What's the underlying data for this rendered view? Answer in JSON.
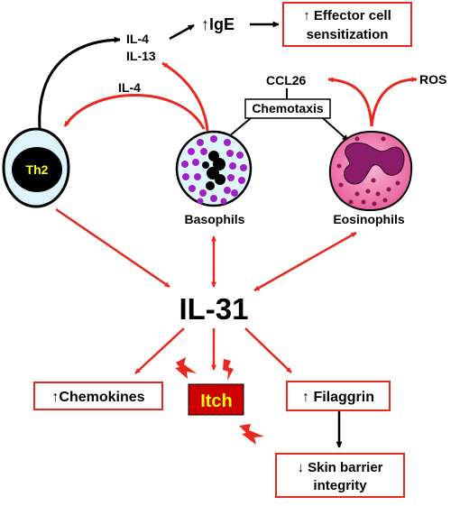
{
  "labels": {
    "il4_top": "IL-4",
    "il13_top": "IL-13",
    "ige": "↑IgE",
    "effector_line1": "↑ Effector cell",
    "effector_line2": "sensitization",
    "il4_left": "IL-4",
    "ccl26": "CCL26",
    "ros": "ROS",
    "chemotaxis": "Chemotaxis",
    "th2": "Th2",
    "basophils": "Basophils",
    "eosinophils": "Eosinophils",
    "il31": "IL-31",
    "chemokines": "↑Chemokines",
    "itch": "Itch",
    "filaggrin": "↑ Filaggrin",
    "skin_line1": "↓ Skin barrier",
    "skin_line2": "integrity"
  },
  "colors": {
    "arrow_red": "#e8281e",
    "arrow_black": "#000000",
    "box_border_red": "#e8281e",
    "itch_box": "#cc0000",
    "itch_text": "#ffff00",
    "th2_nucleus": "#000000",
    "th2_text": "#ffff00",
    "th2_cell": "#ddf4fa",
    "basophil_cell": "#dff6f9",
    "basophil_granules": "#a020c8",
    "eosinophil_cell": "#f07ab0",
    "eosinophil_nucleus": "#8a1a6a",
    "lightning": "#e8281e"
  }
}
